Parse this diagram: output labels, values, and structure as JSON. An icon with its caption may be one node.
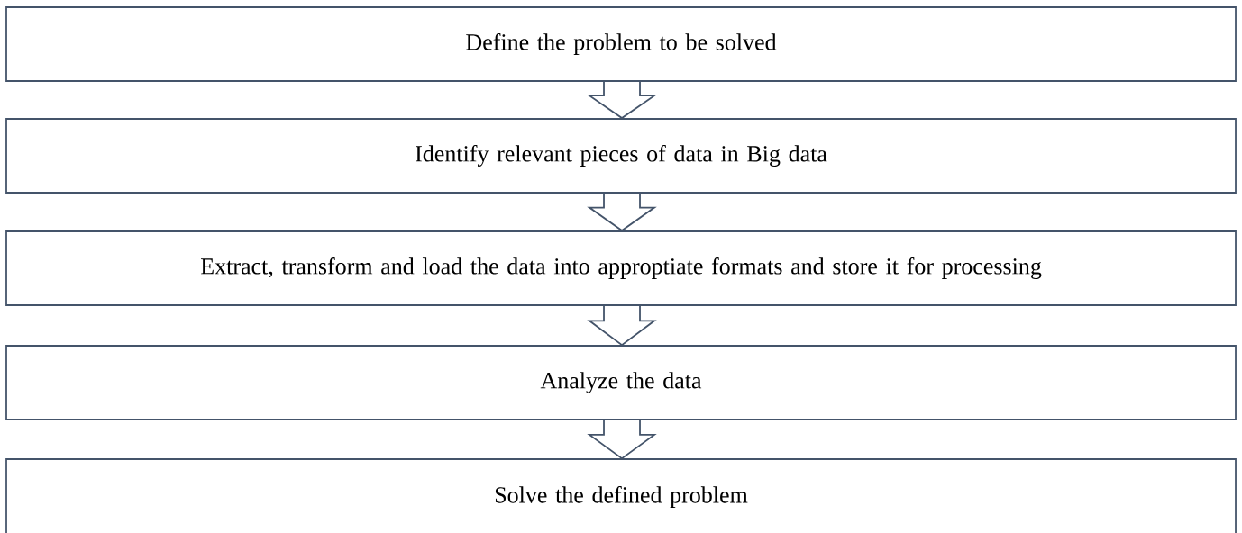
{
  "diagram": {
    "nodes": [
      {
        "text": [
          "Define the problem to be solved"
        ]
      },
      {
        "text": [
          "Identify relevant pieces of data in Big data"
        ]
      },
      {
        "text": [
          "Extract, transform and load the data into approptiate formats and store it for processing"
        ]
      },
      {
        "text": [
          "Analyze the data"
        ]
      },
      {
        "text": [
          "Solve the defined problem"
        ]
      }
    ],
    "edges": [
      {
        "from": 0,
        "to": 1,
        "arrow": "to"
      },
      {
        "from": 1,
        "to": 2,
        "arrow": "to"
      },
      {
        "from": 2,
        "to": 3,
        "arrow": "to"
      },
      {
        "from": 3,
        "to": 4,
        "arrow": "to"
      }
    ]
  }
}
